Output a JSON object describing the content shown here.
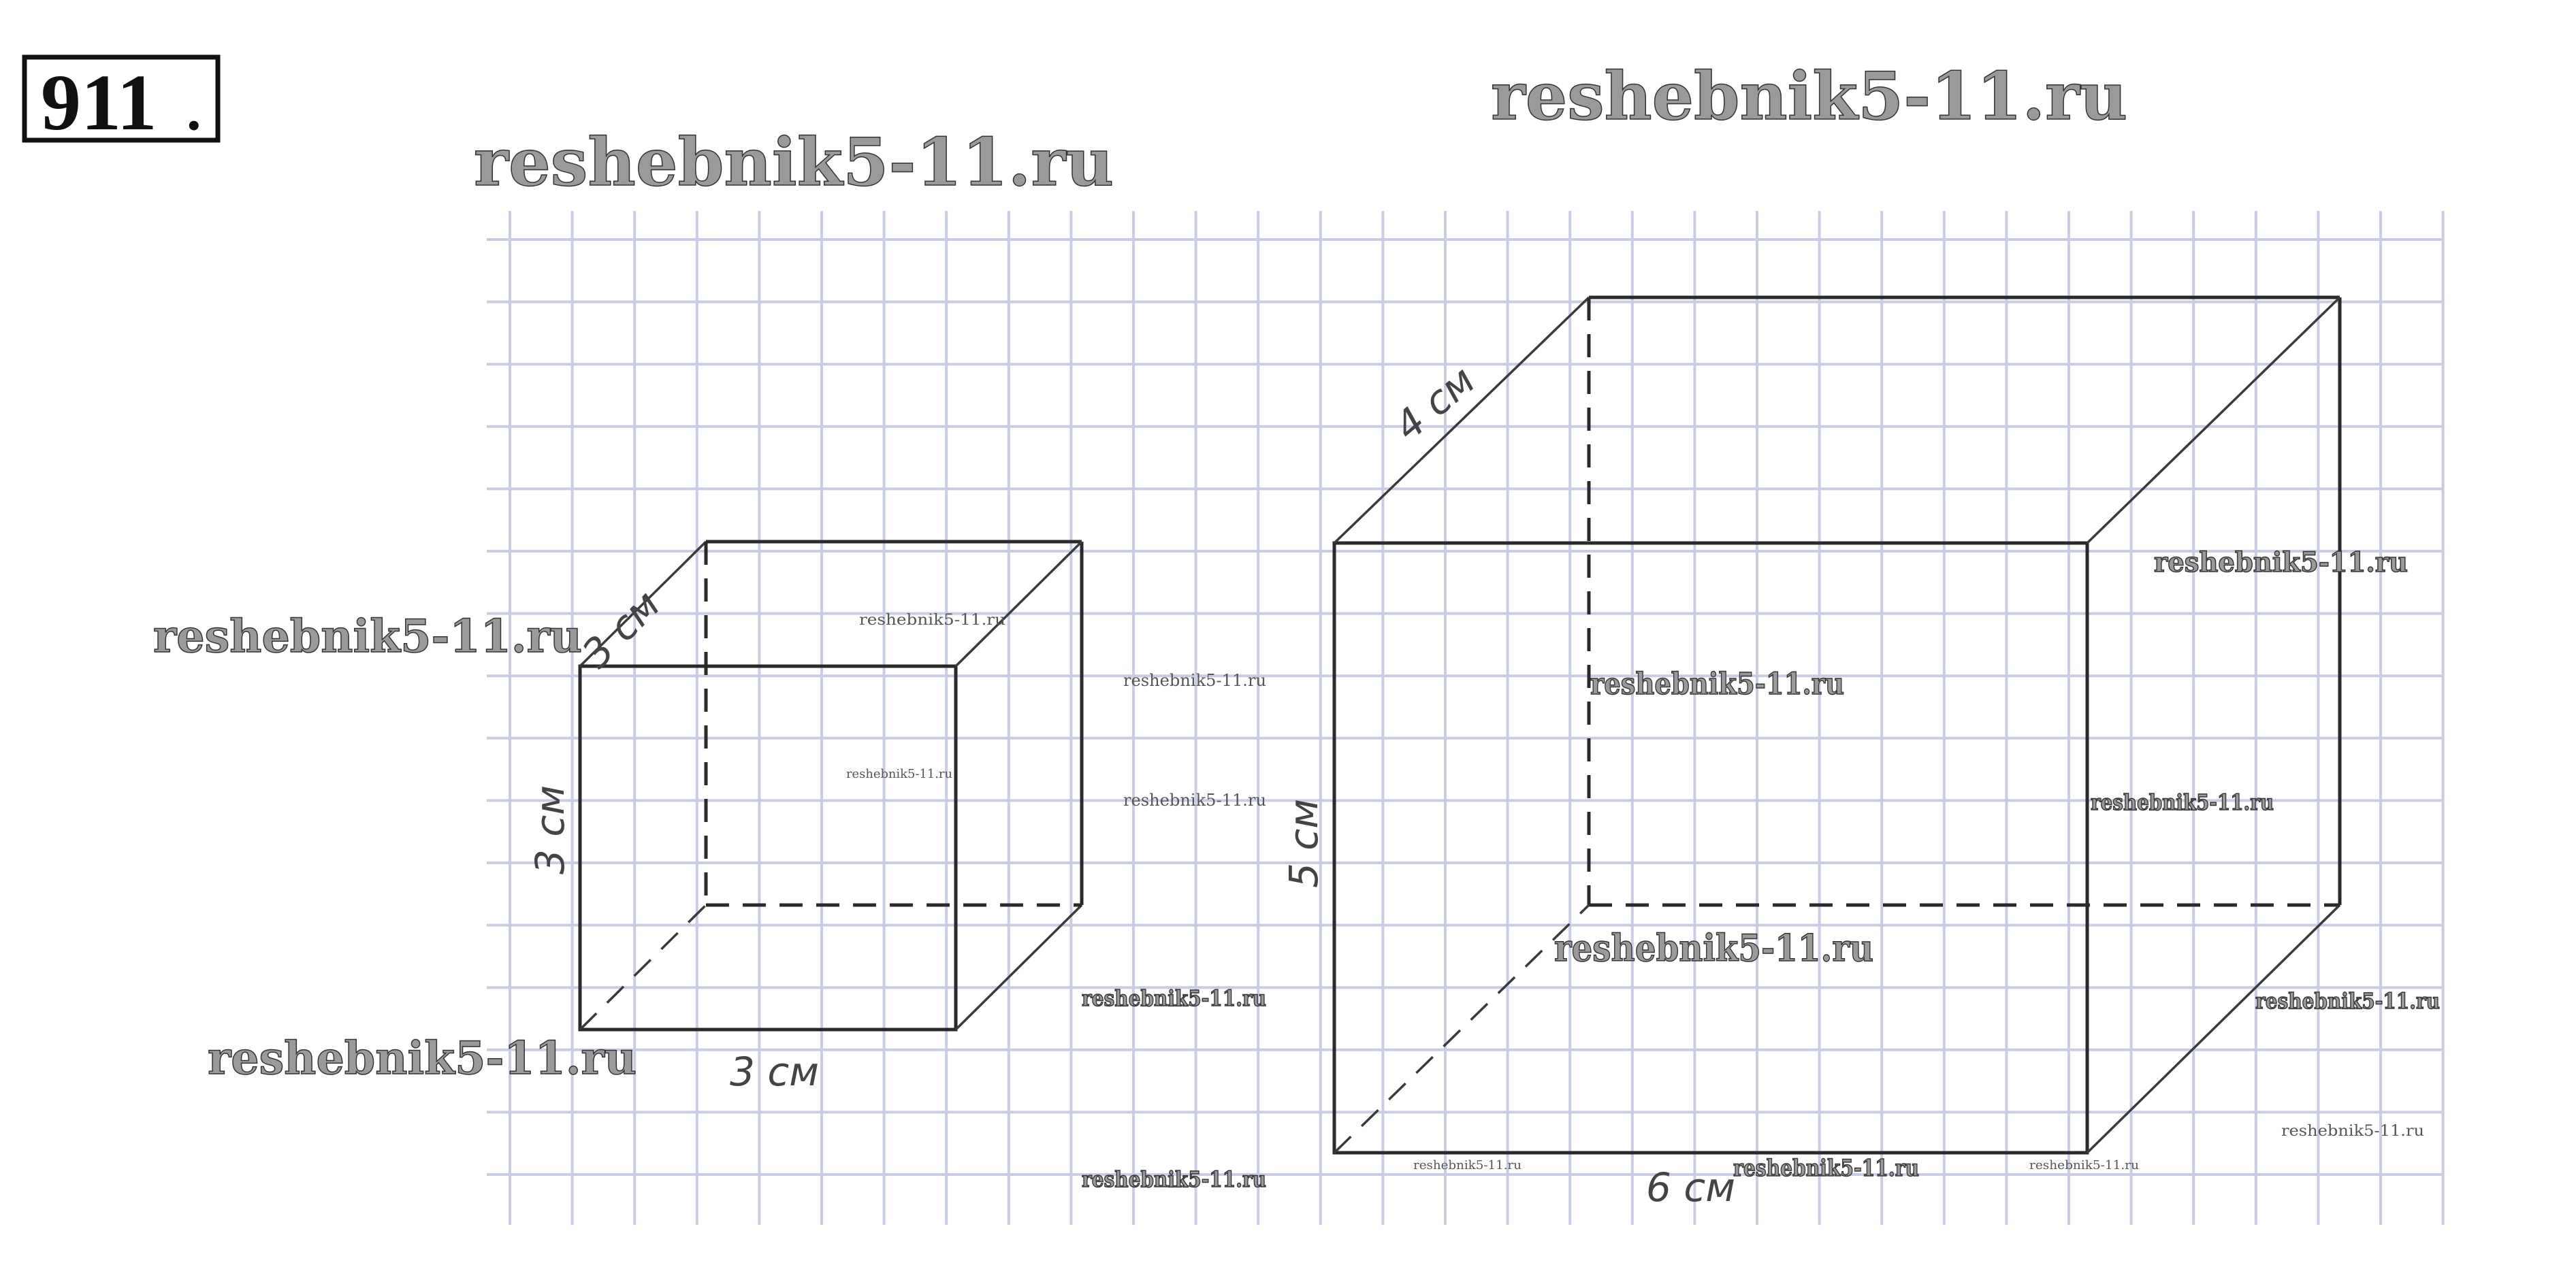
{
  "problem_number": "911",
  "problem_number_dot": ".",
  "watermark": "reshebnik5-11.ru",
  "cube_small": {
    "depth_label": "3 см",
    "height_label": "3 см",
    "width_label": "3 см"
  },
  "box_large": {
    "depth_label": "4 см",
    "height_label": "5 см",
    "width_label": "6 см"
  }
}
